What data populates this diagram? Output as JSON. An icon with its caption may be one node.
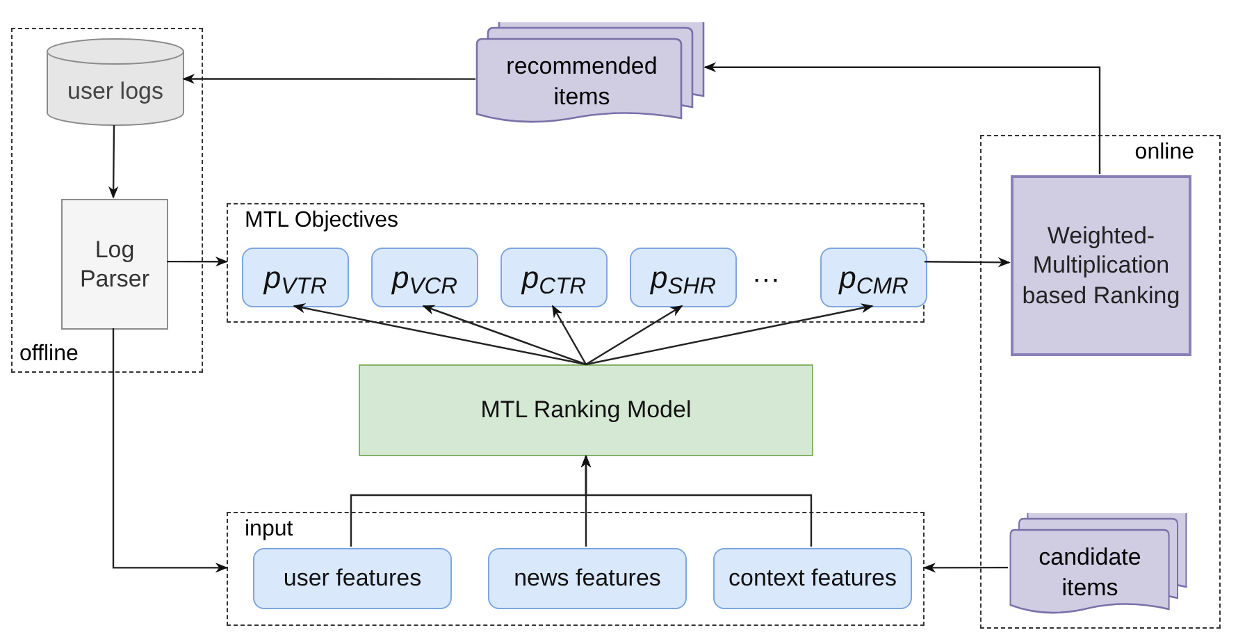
{
  "diagram": {
    "nodes": [
      {
        "text": [
          "offline"
        ]
      },
      {
        "text": [
          "user logs"
        ],
        "in": 0
      },
      {
        "text": [
          "Log Parser"
        ],
        "in": 0
      },
      {
        "text": [
          "recommended items"
        ]
      },
      {
        "text": [
          "MTL Objectives"
        ]
      },
      {
        "text": [
          "p$_{VTR}$"
        ],
        "in": 4
      },
      {
        "text": [
          "p$_{VCR}$"
        ],
        "in": 4
      },
      {
        "text": [
          "p$_{CTR}$"
        ],
        "in": 4
      },
      {
        "text": [
          "p$_{SHR}$"
        ],
        "in": 4
      },
      {
        "text": [
          "p$_{CMR}$"
        ],
        "in": 4
      },
      {
        "text": [
          "online"
        ]
      },
      {
        "text": [
          "Weighted-Multiplication based Ranking"
        ],
        "in": 10
      },
      {
        "text": [
          "MTL Ranking Model"
        ]
      },
      {
        "text": [
          "input"
        ]
      },
      {
        "text": [
          "user features"
        ],
        "in": 13
      },
      {
        "text": [
          "news features"
        ],
        "in": 13
      },
      {
        "text": [
          "context features"
        ],
        "in": 13
      },
      {
        "text": [
          "candidate items"
        ],
        "in": 10
      }
    ],
    "edges": [
      {
        "from": 3,
        "to": 1,
        "arrow": "to"
      },
      {
        "from": 1,
        "to": 2,
        "arrow": "to"
      },
      {
        "from": 2,
        "to": 4,
        "arrow": "to"
      },
      {
        "from": 4,
        "to": 11,
        "arrow": "to"
      },
      {
        "from": 11,
        "to": 3,
        "arrow": "to"
      },
      {
        "from": 12,
        "to": 5,
        "arrow": "to"
      },
      {
        "from": 12,
        "to": 6,
        "arrow": "to"
      },
      {
        "from": 12,
        "to": 7,
        "arrow": "to"
      },
      {
        "from": 12,
        "to": 8,
        "arrow": "to"
      },
      {
        "from": 12,
        "to": 9,
        "arrow": "to"
      },
      {
        "from": 2,
        "to": 13,
        "arrow": "to"
      },
      {
        "from": 14,
        "to": 12,
        "arrow": "to"
      },
      {
        "from": 15,
        "to": 12,
        "arrow": "to"
      },
      {
        "from": 16,
        "to": 12,
        "arrow": "to"
      },
      {
        "from": 17,
        "to": 13,
        "arrow": "to"
      }
    ],
    "labels": [
      "···"
    ]
  }
}
